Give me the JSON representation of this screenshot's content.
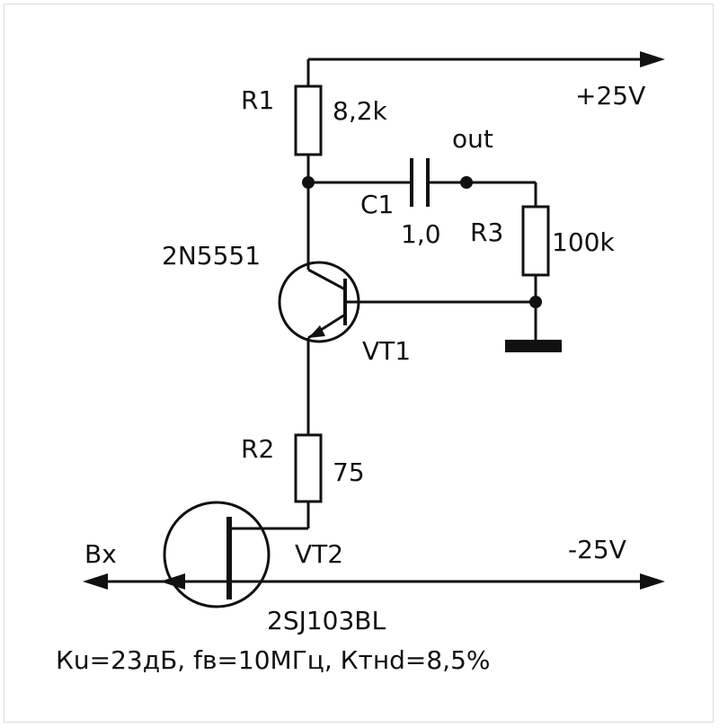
{
  "schematic": {
    "supply_positive": "+25V",
    "supply_negative": "-25V",
    "input_label": "Вх",
    "output_label": "out",
    "r1": {
      "ref": "R1",
      "value": "8,2k"
    },
    "r2": {
      "ref": "R2",
      "value": "75"
    },
    "r3": {
      "ref": "R3",
      "value": "100k"
    },
    "c1": {
      "ref": "C1",
      "value": "1,0"
    },
    "vt1": {
      "ref": "VT1",
      "part": "2N5551"
    },
    "vt2": {
      "ref": "VT2",
      "part": "2SJ103BL"
    },
    "specs": "Кu=23дБ, fв=10МГц, Ктнd=8,5%"
  }
}
